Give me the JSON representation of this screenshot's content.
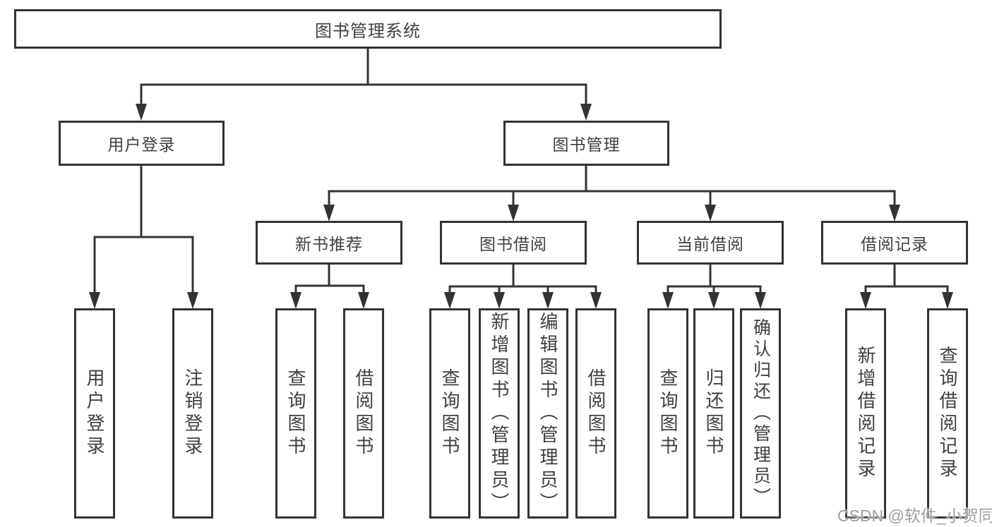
{
  "tree": {
    "label": "图书管理系统",
    "children": [
      {
        "label": "用户登录",
        "children": [
          {
            "label": "用户登录"
          },
          {
            "label": "注销登录"
          }
        ]
      },
      {
        "label": "图书管理",
        "children": [
          {
            "label": "新书推荐",
            "children": [
              {
                "label": "查询图书"
              },
              {
                "label": "借阅图书"
              }
            ]
          },
          {
            "label": "图书借阅",
            "children": [
              {
                "label": "查询图书"
              },
              {
                "label": "新增图书（管理员）"
              },
              {
                "label": "编辑图书（管理员）"
              },
              {
                "label": "借阅图书"
              }
            ]
          },
          {
            "label": "当前借阅",
            "children": [
              {
                "label": "查询图书"
              },
              {
                "label": "归还图书"
              },
              {
                "label": "确认归还（管理员）"
              }
            ]
          },
          {
            "label": "借阅记录",
            "children": [
              {
                "label": "新增借阅记录"
              },
              {
                "label": "查询借阅记录"
              }
            ]
          }
        ]
      }
    ]
  },
  "watermark": {
    "text": "CSDN @软件_小贺同学",
    "color": "#9e9e9e"
  },
  "colors": {
    "line": "#333333",
    "box_border": "#333333",
    "background": "#ffffff",
    "text": "#404040"
  }
}
